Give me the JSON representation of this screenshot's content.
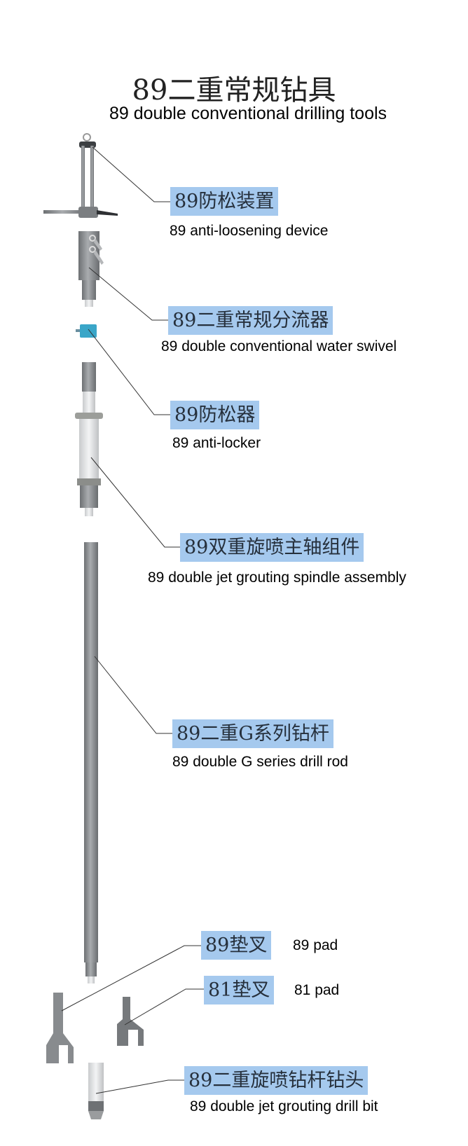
{
  "header": {
    "title": "89二重常规钻具",
    "subtitle": "89 double conventional drilling tools"
  },
  "components": [
    {
      "cn": "89防松装置",
      "en": "89 anti-loosening device"
    },
    {
      "cn": "89二重常规分流器",
      "en": "89 double conventional water swivel"
    },
    {
      "cn": "89防松器",
      "en": "89 anti-locker"
    },
    {
      "cn": "89双重旋喷主轴组件",
      "en": "89 double jet grouting spindle assembly"
    },
    {
      "cn": "89二重G系列钻杆",
      "en": "89 double G series drill rod"
    },
    {
      "cn": "89垫叉",
      "en": "89 pad"
    },
    {
      "cn": "81垫叉",
      "en": "81 pad"
    },
    {
      "cn": "89二重旋喷钻杆钻头",
      "en": "89 double jet grouting drill bit"
    }
  ],
  "colors": {
    "label_bg": "#a5c9ee",
    "part_gray": "#8a8d90",
    "anti_locker": "#3aa6c8"
  }
}
